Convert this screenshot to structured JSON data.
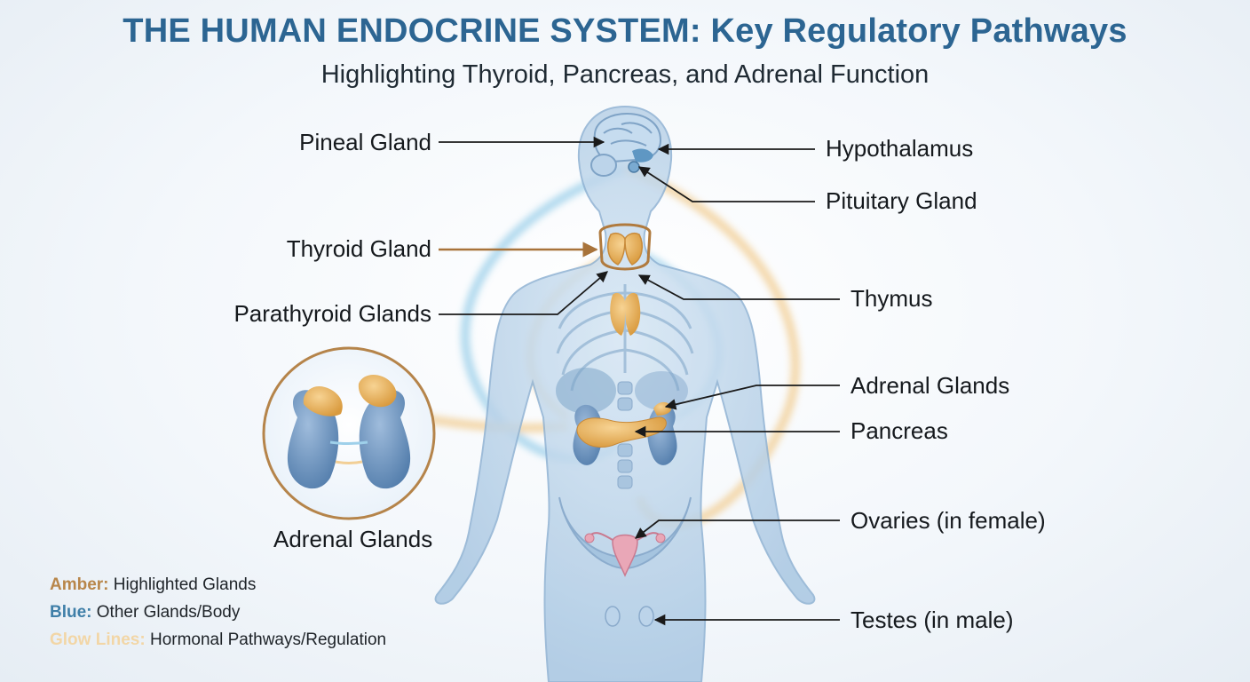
{
  "title": "THE HUMAN ENDOCRINE SYSTEM: Key Regulatory Pathways",
  "subtitle": "Highlighting Thyroid, Pancreas, and Adrenal Function",
  "labels": {
    "pineal": "Pineal Gland",
    "hypothalamus": "Hypothalamus",
    "pituitary": "Pituitary Gland",
    "thyroid": "Thyroid Gland",
    "parathyroid": "Parathyroid Glands",
    "thymus": "Thymus",
    "adrenal": "Adrenal Glands",
    "pancreas": "Pancreas",
    "ovaries": "Ovaries (in female)",
    "testes": "Testes (in male)",
    "inset_adrenal": "Adrenal Glands"
  },
  "legend": {
    "amber_key": "Amber:",
    "amber_text": "Highlighted Glands",
    "blue_key": "Blue:",
    "blue_text": "Other Glands/Body",
    "glow_key": "Glow Lines:",
    "glow_text": "Hormonal Pathways/Regulation"
  },
  "colors": {
    "title": "#2c6592",
    "amber": "#b8864a",
    "blue": "#3f7fa8",
    "glow": "#f2d6a6",
    "amber_gland": "#e8b25a",
    "body": "#b9d3ea",
    "pink_gland": "#e9a7b7"
  }
}
